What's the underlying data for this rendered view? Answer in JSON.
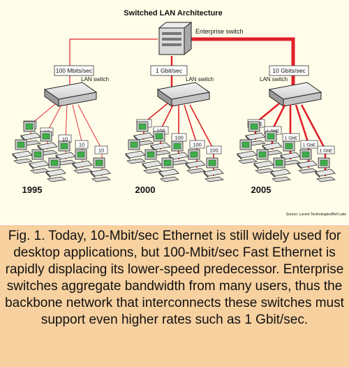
{
  "diagram": {
    "title": "Switched LAN Architecture",
    "enterprise_switch_label": "Enterprise switch",
    "source_note": "Source: Lucent Technologies/Bell Labs",
    "colors": {
      "link": "#e0202a",
      "background": "#fffde9",
      "caption_bg": "#f7d1a0"
    },
    "groups": [
      {
        "year": "1995",
        "uplink": "100 Mbits/sec",
        "switch_label": "LAN switch",
        "port_labels": [
          "10",
          "10",
          "10",
          "10",
          "10"
        ]
      },
      {
        "year": "2000",
        "uplink": "1 Gbit/sec",
        "switch_label": "LAN switch",
        "port_labels": [
          "100",
          "100",
          "100",
          "100",
          "100"
        ]
      },
      {
        "year": "2005",
        "uplink": "10 Gbits/sec",
        "switch_label": "LAN switch",
        "port_labels": [
          "1 GbE",
          "1 GbE",
          "1 GbE",
          "1 GbE",
          "1 GbE"
        ]
      }
    ]
  },
  "caption": "Fig. 1. Today, 10-Mbit/sec Ethernet is still widely used for desktop applications, but 100-Mbit/sec Fast Ethernet is rapidly displacing its lower-speed predecessor. Enterprise switches aggregate bandwidth from many users, thus the backbone network that interconnects these switches must support even higher rates such as 1 Gbit/sec."
}
